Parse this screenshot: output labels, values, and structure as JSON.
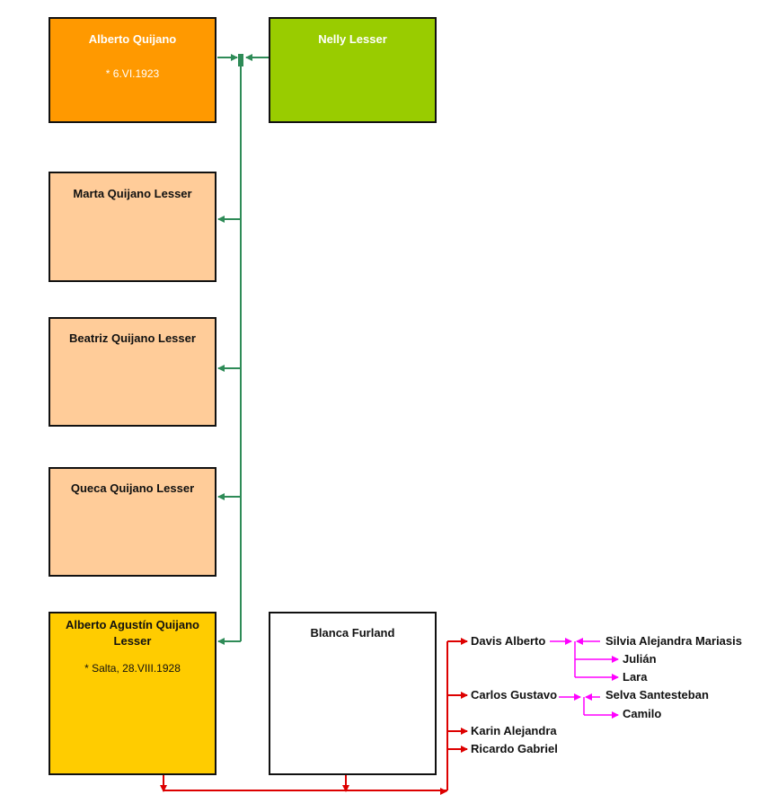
{
  "colors": {
    "father_box": "#ff9900",
    "mother_box": "#99cc00",
    "child_box": "#ffcc99",
    "focus_box": "#ffcc00",
    "spouse_box": "#ffffff",
    "green_line": "#2e8b57",
    "red_line": "#dd0000",
    "magenta_line": "#ff00ff",
    "light_text": "#ffffff",
    "dark_text": "#111111"
  },
  "parents": {
    "father": {
      "name": "Alberto Quijano",
      "info": "* 6.VI.1923"
    },
    "mother": {
      "name": "Nelly Lesser"
    }
  },
  "children": [
    {
      "name": "Marta Quijano Lesser"
    },
    {
      "name": "Beatriz Quijano Lesser"
    },
    {
      "name": "Queca Quijano Lesser"
    }
  ],
  "focus": {
    "name": "Alberto Agustín Quijano Lesser",
    "info": "* Salta, 28.VIII.1928"
  },
  "spouse": {
    "name": "Blanca Furland"
  },
  "descendants": {
    "davis": "Davis Alberto",
    "davis_spouse": "Silvia Alejandra Mariasis",
    "davis_children": [
      "Julián",
      "Lara"
    ],
    "carlos": "Carlos Gustavo",
    "carlos_spouse": "Selva Santesteban",
    "carlos_children": [
      "Camilo"
    ],
    "karin": "Karin Alejandra",
    "ricardo": "Ricardo Gabriel"
  }
}
